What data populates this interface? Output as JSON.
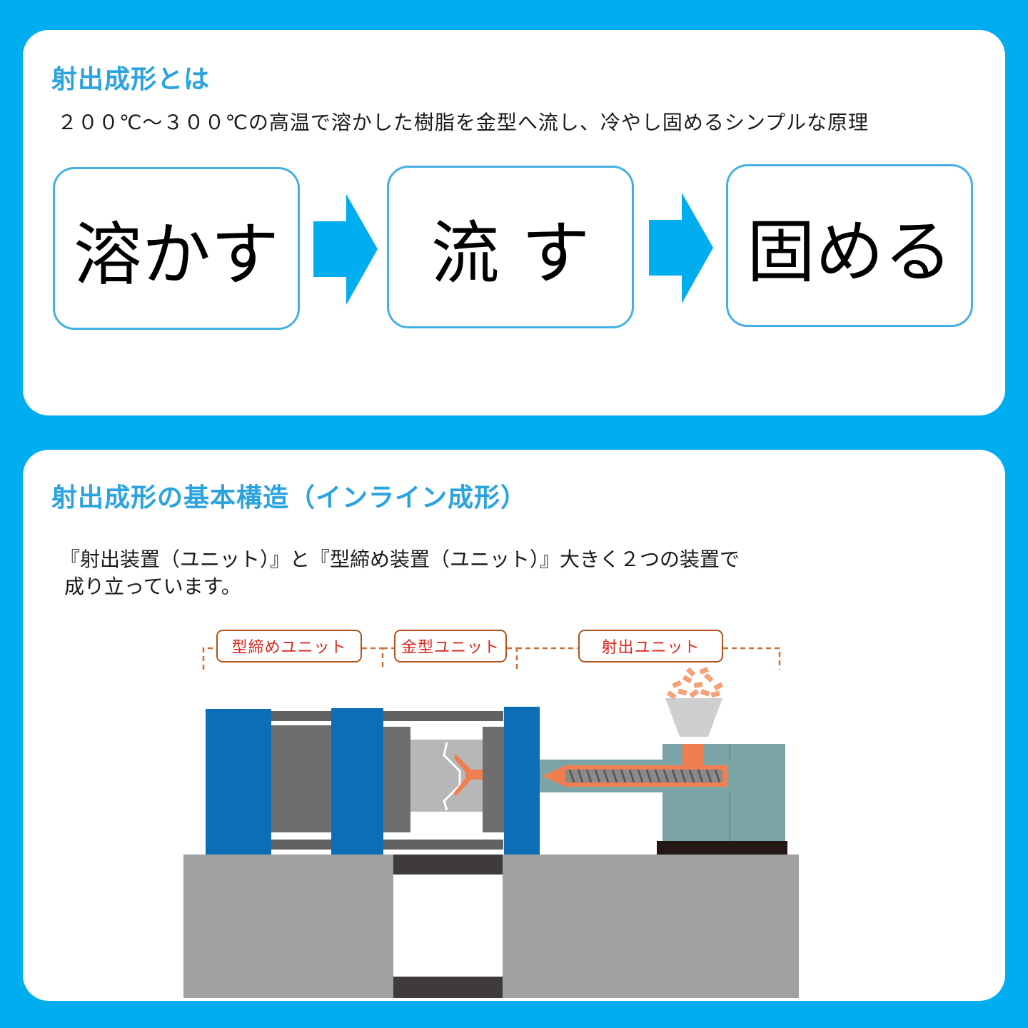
{
  "principle": {
    "title": "射出成形とは",
    "description": "２００℃～３００℃の高温で溶かした樹脂を金型へ流し、冷やし固めるシンプルな原理",
    "steps": [
      {
        "label": "溶かす"
      },
      {
        "label": "流 す"
      },
      {
        "label": "固める"
      }
    ]
  },
  "structure": {
    "title": "射出成形の基本構造（インライン成形）",
    "description_line1": "『射出装置（ユニット）』と『型締め装置（ユニット）』大きく２つの装置で",
    "description_line2": "成り立っています。",
    "units": {
      "clamp": "型締めユニット",
      "mold": "金型ユニット",
      "injection": "射出ユニット"
    }
  },
  "colors": {
    "background": "#00adef",
    "title": "#2aa3de",
    "arrow": "#00adef",
    "platen": "#0e6db7",
    "base": "#a0a0a0",
    "resin": "#f07e50",
    "barrel": "#7ca4a6",
    "label_text": "#d9251c",
    "label_border": "#b0541c"
  }
}
